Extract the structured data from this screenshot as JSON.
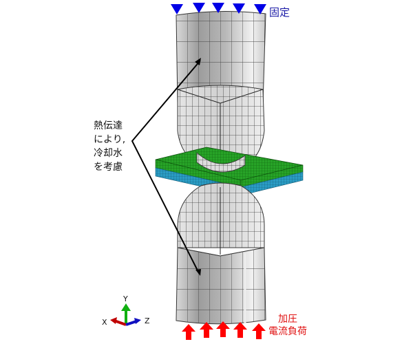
{
  "annotations": {
    "fixed_label": "固定",
    "heat_transfer_lines": [
      "熱伝達",
      "により,",
      "冷却水",
      "を考慮"
    ],
    "load_lines": [
      "加圧",
      "電流負荷"
    ]
  },
  "axes_triad": {
    "x": "X",
    "y": "Y",
    "z": "Z"
  },
  "colors": {
    "fixed_markers": "#0000e6",
    "load_arrows": "#ff0000",
    "sheet_top": "#1f9a1f",
    "sheet_bottom": "#1e8fb8",
    "mesh_gray": "#c8c8c8",
    "axis_x": "#c00000",
    "axis_y": "#10b010",
    "axis_z": "#1010c0"
  },
  "markers": {
    "fixed_count": 5,
    "load_count": 5
  }
}
